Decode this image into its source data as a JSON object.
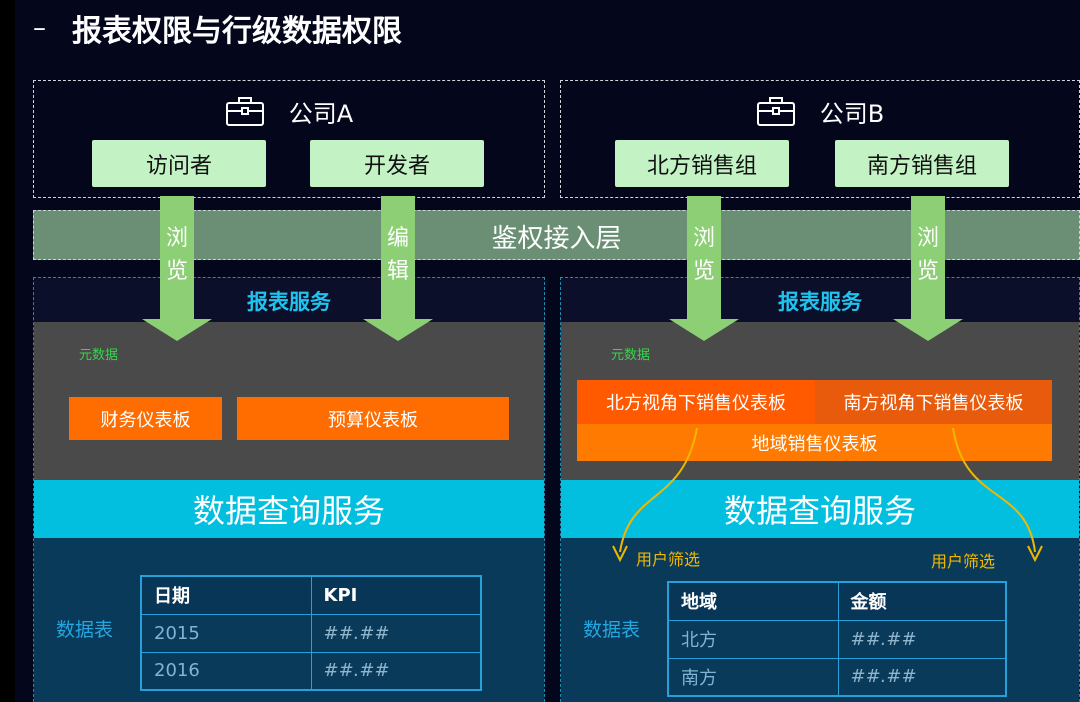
{
  "title": "报表权限与行级数据权限",
  "auth_layer": "鉴权接入层",
  "company_a": {
    "name": "公司A",
    "roles": [
      "访问者",
      "开发者"
    ],
    "arrows": [
      [
        "浏",
        "览"
      ],
      [
        "编",
        "辑"
      ]
    ],
    "report_service": "报表服务",
    "metadata": "元数据",
    "dashboards": [
      "财务仪表板",
      "预算仪表板"
    ],
    "query_service": "数据查询服务",
    "table_label": "数据表",
    "table": {
      "headers": [
        "日期",
        "KPI"
      ],
      "rows": [
        [
          "2015",
          "##.##"
        ],
        [
          "2016",
          "##.##"
        ]
      ]
    }
  },
  "company_b": {
    "name": "公司B",
    "roles": [
      "北方销售组",
      "南方销售组"
    ],
    "arrows": [
      [
        "浏",
        "览"
      ],
      [
        "浏",
        "览"
      ]
    ],
    "report_service": "报表服务",
    "metadata": "元数据",
    "dashboards": [
      "北方视角下销售仪表板",
      "南方视角下销售仪表板"
    ],
    "region_dashboard": "地域销售仪表板",
    "query_service": "数据查询服务",
    "filters": [
      "用户筛选",
      "用户筛选"
    ],
    "table_label": "数据表",
    "table": {
      "headers": [
        "地域",
        "金额"
      ],
      "rows": [
        [
          "北方",
          "##.##"
        ],
        [
          "南方",
          "##.##"
        ]
      ]
    }
  },
  "colors": {
    "role_green": "#c3f3c5",
    "arrow_green": "#8ccf75",
    "orange": "#ff6d00",
    "cyan": "#02bfe0",
    "filter_yellow": "#f0b800"
  },
  "icons": [
    "briefcase-icon"
  ]
}
